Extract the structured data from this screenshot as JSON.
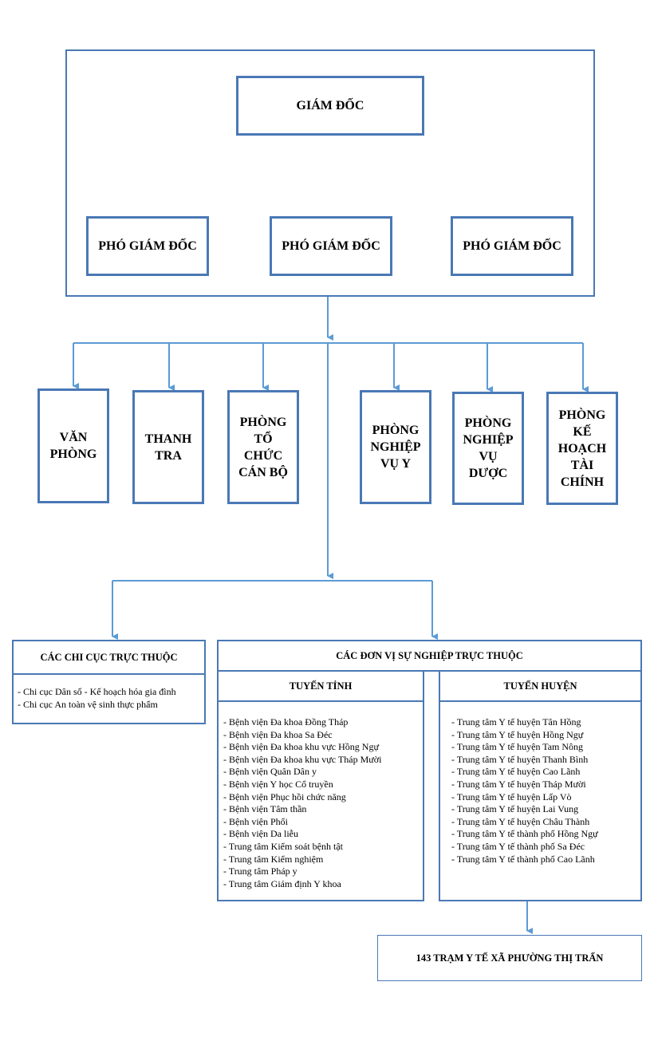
{
  "leadership": {
    "director": "GIÁM ĐỐC",
    "deputies": [
      "PHÓ GIÁM ĐỐC",
      "PHÓ GIÁM ĐỐC",
      "PHÓ GIÁM ĐỐC"
    ]
  },
  "departments": [
    "VĂN\nPHÒNG",
    "THANH\nTRA",
    "PHÒNG\nTỔ\nCHỨC\nCÁN BỘ",
    "PHÒNG\nNGHIỆP\nVỤ Y",
    "PHÒNG\nNGHIỆP\nVỤ\nDƯỢC",
    "PHÒNG\nKẾ\nHOẠCH\nTÀI\nCHÍNH"
  ],
  "sub_departments": {
    "title": "CÁC CHI CỤC TRỰC THUỘC",
    "items": [
      "- Chi cục Dân số - Kế hoạch hóa gia đình",
      "- Chi cục An toàn vệ sinh thực phẩm"
    ]
  },
  "affiliated_units": {
    "title": "CÁC ĐƠN VỊ SỰ NGHIỆP TRỰC THUỘC",
    "province": {
      "title": "TUYẾN TỈNH",
      "items": [
        "- Bệnh viện Đa khoa Đồng Tháp",
        "- Bệnh viện Đa khoa Sa Đéc",
        "- Bệnh viện Đa khoa khu vực Hồng Ngự",
        "- Bệnh viện Đa khoa khu vực Tháp Mười",
        "- Bệnh viện Quân Dân y",
        "- Bệnh viện Y học Cổ truyền",
        "- Bệnh viện Phục hồi chức năng",
        "- Bệnh viện Tâm thần",
        "- Bệnh viện Phổi",
        "- Bệnh viện Da liễu",
        "- Trung tâm Kiểm soát bệnh tật",
        "- Trung tâm Kiểm nghiệm",
        "- Trung tâm Pháp y",
        "- Trung tâm Giám định Y khoa"
      ]
    },
    "district": {
      "title": "TUYẾN HUYỆN",
      "items": [
        "- Trung tâm Y tế huyện Tân Hồng",
        "- Trung tâm Y tế huyện Hồng Ngự",
        "- Trung tâm Y tế huyện Tam Nông",
        "- Trung tâm Y tế huyện Thanh Bình",
        "- Trung tâm Y tế huyện Cao Lãnh",
        "- Trung tâm Y tế huyện Tháp Mười",
        "- Trung tâm Y tế huyện Lấp Vò",
        "- Trung tâm Y tế huyện Lai Vung",
        "- Trung tâm Y tế huyện Châu Thành",
        "- Trung tâm Y tế thành phố Hồng Ngự",
        "- Trung tâm Y tế thành phố Sa Đéc",
        "- Trung tâm Y tế thành phố Cao Lãnh"
      ]
    }
  },
  "commune_stations": "143 TRẠM Y TẾ XÃ PHƯỜNG THỊ TRẤN",
  "colors": {
    "border": "#4a78b5",
    "connector": "#5b9bd5"
  }
}
